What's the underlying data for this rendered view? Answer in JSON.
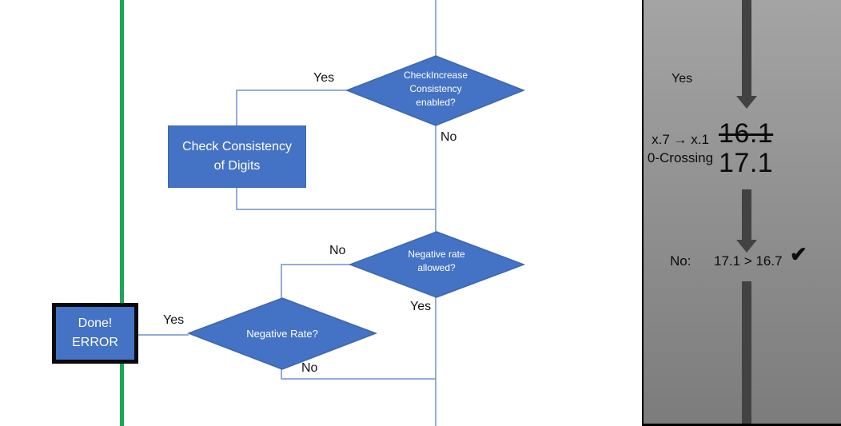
{
  "flowchart": {
    "decisions": {
      "check_increase": {
        "l1": "CheckIncrease",
        "l2": "Consistency",
        "l3": "enabled?"
      },
      "negative_rate_allowed": {
        "l1": "Negative rate",
        "l2": "allowed?"
      },
      "negative_rate": {
        "l1": "Negative Rate?"
      }
    },
    "processes": {
      "check_consistency": {
        "l1": "Check Consistency",
        "l2": "of Digits"
      },
      "done_error": {
        "l1": "Done!",
        "l2": "ERROR"
      }
    },
    "labels": {
      "top_yes": "Yes",
      "top_no": "No",
      "mid_no": "No",
      "mid_yes": "Yes",
      "bottom_yes": "Yes",
      "bottom_no": "No"
    }
  },
  "side_panel": {
    "yes_label": "Yes",
    "case_line1": "x.7 → x.1",
    "case_line2": "0-Crossing",
    "old_value": "16.1",
    "new_value": "17.1",
    "result_label": "No:",
    "comparison": "17.1 > 16.7",
    "check_mark": "✔"
  },
  "colors": {
    "accent_blue": "#4472C4",
    "connector_blue": "#7191CE",
    "green_line": "#1BA75A",
    "arrow_gray": "#424242"
  }
}
